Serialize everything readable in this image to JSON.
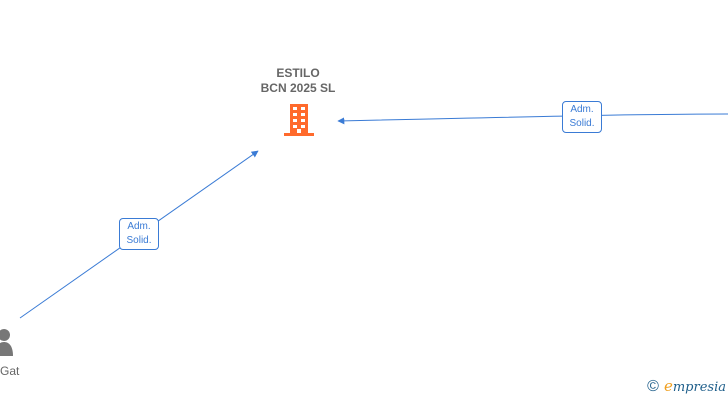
{
  "company": {
    "name_line1": "ESTILO",
    "name_line2": "BCN 2025  SL",
    "icon": "building-icon",
    "icon_color": "#ff6a2c"
  },
  "person": {
    "name": "Gat",
    "icon": "person-icon",
    "icon_color": "#777777"
  },
  "relations": [
    {
      "from": "person",
      "to": "company",
      "label_line1": "Adm.",
      "label_line2": "Solid."
    },
    {
      "from": "off-page-right",
      "to": "company",
      "label_line1": "Adm.",
      "label_line2": "Solid."
    }
  ],
  "colors": {
    "edge": "#3a7bd5",
    "text": "#666666"
  },
  "watermark": {
    "copyright": "©",
    "brand_first": "e",
    "brand_rest": "mpresia"
  }
}
